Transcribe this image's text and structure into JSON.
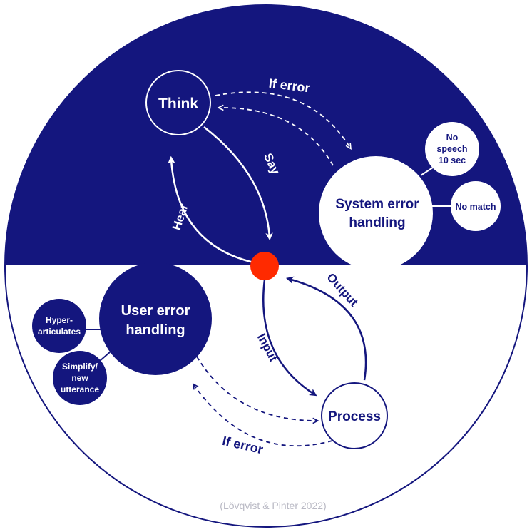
{
  "colors": {
    "navy": "#14167e",
    "white": "#ffffff",
    "dot": "#ff2a00",
    "credit": "#b9b9c4"
  },
  "nodes": {
    "think": "Think",
    "system_error_line1": "System error",
    "system_error_line2": "handling",
    "no_speech_line1": "No",
    "no_speech_line2": "speech",
    "no_speech_line3": "10 sec",
    "no_match": "No match",
    "user_error_line1": "User error",
    "user_error_line2": "handling",
    "hyper_line1": "Hyper-",
    "hyper_line2": "articulates",
    "simplify_line1": "Simplify/",
    "simplify_line2": "new",
    "simplify_line3": "utterance",
    "process": "Process"
  },
  "arrows": {
    "say": "Say",
    "hear": "Hear",
    "input": "Input",
    "output": "Output",
    "if_error_top": "If error",
    "if_error_bottom": "If error"
  },
  "credit": "(Lövqvist & Pinter 2022)"
}
